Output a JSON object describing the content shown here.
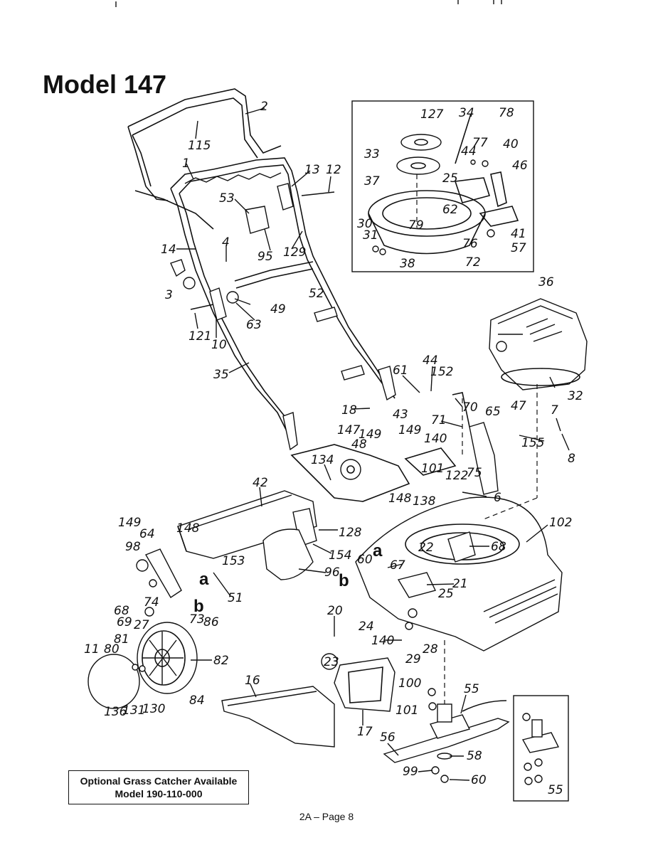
{
  "title": "Model 147",
  "notice": {
    "line1": "Optional Grass Catcher Available",
    "line2": "Model 190-110-000"
  },
  "footer": "2A – Page 8",
  "ref_letters": [
    "a",
    "b",
    "a",
    "b"
  ],
  "callouts_inset_engine": [
    "127",
    "34",
    "78",
    "33",
    "77",
    "44",
    "40",
    "46",
    "37",
    "25",
    "62",
    "79",
    "30",
    "31",
    "41",
    "76",
    "57",
    "38",
    "72"
  ],
  "callouts_inset_blade": [
    "55"
  ],
  "callouts_main": [
    "2",
    "115",
    "1",
    "13",
    "12",
    "53",
    "14",
    "4",
    "95",
    "129",
    "3",
    "49",
    "52",
    "63",
    "121",
    "10",
    "36",
    "35",
    "44",
    "61",
    "152",
    "32",
    "18",
    "43",
    "70",
    "65",
    "47",
    "7",
    "71",
    "147",
    "149",
    "149",
    "48",
    "140",
    "155",
    "8",
    "134",
    "101",
    "122",
    "75",
    "42",
    "148",
    "138",
    "6",
    "149",
    "64",
    "148",
    "128",
    "102",
    "98",
    "22",
    "68",
    "154",
    "60",
    "67",
    "153",
    "96",
    "21",
    "25",
    "51",
    "68",
    "74",
    "69",
    "73",
    "86",
    "20",
    "27",
    "24",
    "81",
    "140",
    "28",
    "80",
    "29",
    "11",
    "82",
    "23",
    "16",
    "100",
    "55",
    "84",
    "136",
    "131",
    "130",
    "101",
    "17",
    "56",
    "58",
    "99",
    "60"
  ]
}
